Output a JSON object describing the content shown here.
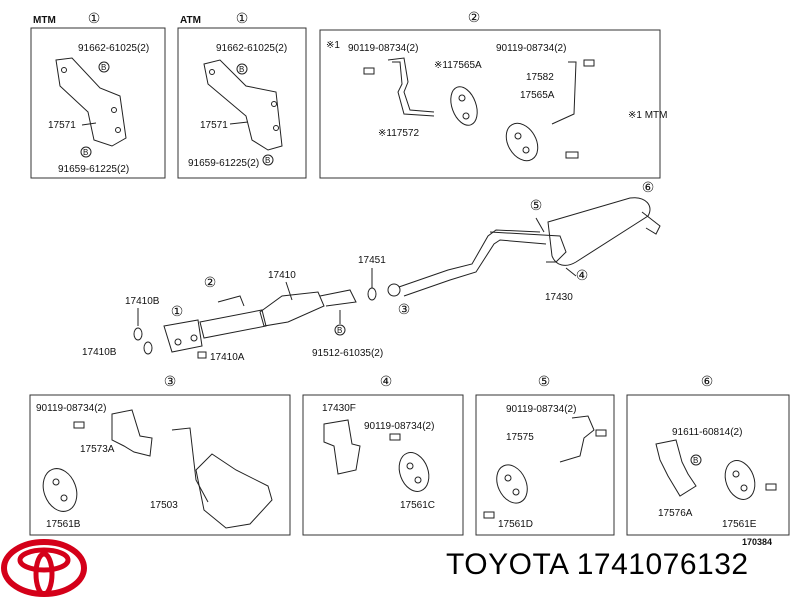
{
  "circled": {
    "one": "①",
    "two": "②",
    "three": "③",
    "four": "④",
    "five": "⑤",
    "six": "⑥"
  },
  "panel_mtm": {
    "title": "MTM",
    "top_part": "91662-61025(2)",
    "bracket": "17571",
    "bottom_part": "91659-61225(2)",
    "badge": "B"
  },
  "panel_atm": {
    "title": "ATM",
    "top_part": "91662-61025(2)",
    "bracket": "17571",
    "bottom_part": "91659-61225(2)",
    "badge": "B"
  },
  "panel_2": {
    "mark": "※1",
    "bolt_a": "90119-08734(2)",
    "bolt_b": "90119-08734(2)",
    "hanger_a": "※117565A",
    "bracket_a": "17582",
    "hanger_b": "17565A",
    "pipe": "※117572",
    "note": "※1 MTM"
  },
  "main": {
    "converter": "17410",
    "gasket_b": "17410B",
    "gasket_b2": "17410B",
    "nut": "17410A",
    "gasket": "17451",
    "bolt": "91512-61035(2)",
    "tailpipe": "17430",
    "badge": "B"
  },
  "panel_3": {
    "bolt": "90119-08734(2)",
    "bracket": "17573A",
    "hanger": "17561B",
    "heat_shield": "17503"
  },
  "panel_4": {
    "bracket": "17430F",
    "bolt": "90119-08734(2)",
    "hanger": "17561C"
  },
  "panel_5": {
    "bolt": "90119-08734(2)",
    "bracket": "17575",
    "hanger": "17561D"
  },
  "panel_6": {
    "bolt": "91611-60814(2)",
    "bracket": "17576A",
    "hanger": "17561E",
    "badge": "B"
  },
  "footer": {
    "drawing_no": "170384",
    "brand_part": "TOYOTA 1741076132"
  },
  "colors": {
    "logo": "#d40019",
    "line": "#222222"
  }
}
